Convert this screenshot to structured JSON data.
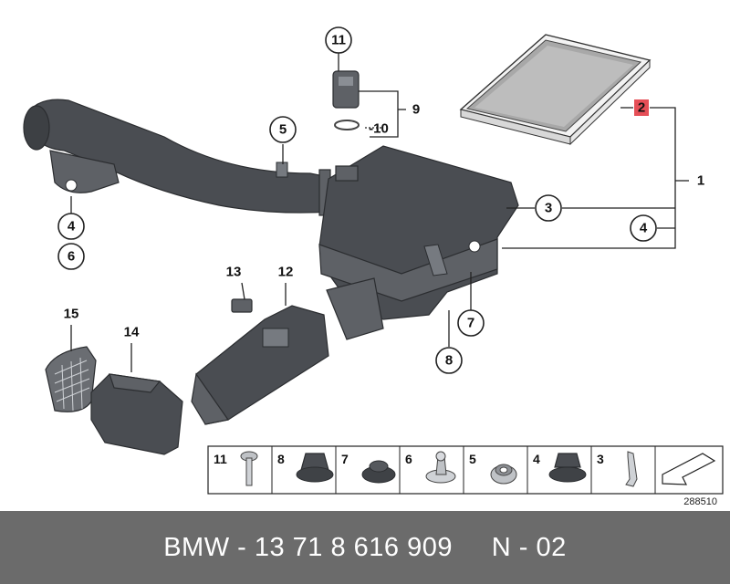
{
  "callouts": {
    "c11": "11",
    "c5": "5",
    "c9": "9",
    "c10": "-10",
    "c2": "2",
    "c1": "1",
    "c3": "3",
    "c4a": "4",
    "c4b": "4",
    "c6": "6",
    "c13": "13",
    "c12": "12",
    "c7": "7",
    "c8": "8",
    "c15": "15",
    "c14": "14"
  },
  "hardware_strip": {
    "items": [
      "11",
      "8",
      "7",
      "6",
      "5",
      "4",
      "3"
    ],
    "reference": "288510"
  },
  "colors": {
    "footer_bg": "#6b6b6b",
    "highlight": "#e0303a",
    "part": "#4a4d52"
  },
  "footer": {
    "text": "BMW - 13 71 8 616 909     N - 02"
  }
}
